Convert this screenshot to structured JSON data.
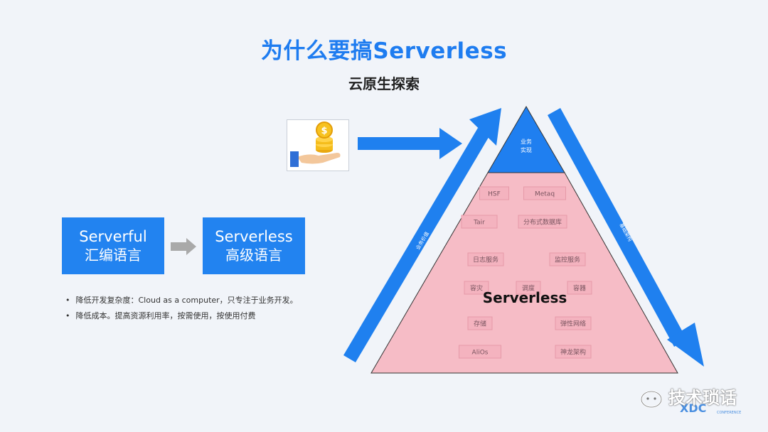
{
  "slide": {
    "title": "为什么要搞Serverless",
    "subtitle": "云原生探索"
  },
  "boxes": {
    "left": {
      "line1": "Serverful",
      "line2": "汇编语言"
    },
    "right": {
      "line1": "Serverless",
      "line2": "高级语言"
    }
  },
  "bullets": [
    "降低开发复杂度：Cloud as a computer，只专注于业务开发。",
    "降低成本。提高资源利用率，按需使用，按使用付费"
  ],
  "pyramid": {
    "apex_label_line1": "业务",
    "apex_label_line2": "实现",
    "center_label": "Serverless",
    "left_arrow_label": "业务价值",
    "right_arrow_label": "基础架构",
    "items": [
      "HSF",
      "Metaq",
      "Tair",
      "分布式数据库",
      "日志服务",
      "监控服务",
      "容灾",
      "调度",
      "容器",
      "存储",
      "弹性网络",
      "AliOs",
      "神龙架构"
    ]
  },
  "watermark": {
    "text": "技术琐话",
    "brand": "XDC",
    "brand_sub": "CONFERENCE"
  },
  "colors": {
    "title_blue": "#1e7cf0",
    "box_blue": "#2283f0",
    "arrow_blue": "#1f80ef",
    "pyramid_fill": "#f6bcc6",
    "apex_fill": "#1f7ff0"
  }
}
